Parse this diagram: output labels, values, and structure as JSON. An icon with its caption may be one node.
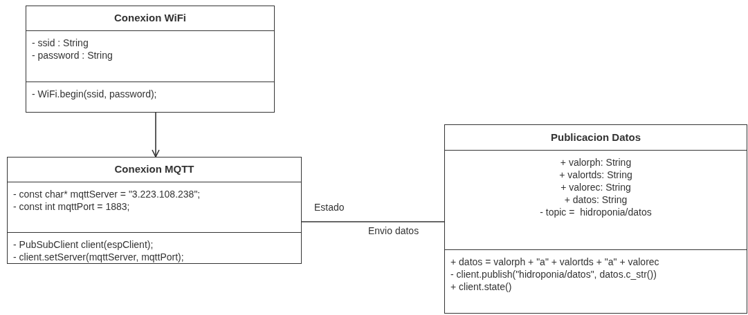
{
  "diagram": {
    "nodes": [
      {
        "text": [
          "Conexion WiFi"
        ]
      },
      {
        "text": [
          "- ssid : String",
          "- password : String"
        ],
        "in": 0
      },
      {
        "text": [
          "- WiFi.begin(ssid, password);"
        ],
        "in": 0
      },
      {
        "text": [
          "Conexion MQTT"
        ]
      },
      {
        "text": [
          "- const char* mqttServer = \"3.223.108.238\";",
          "- const int mqttPort = 1883;"
        ],
        "in": 3
      },
      {
        "text": [
          "- PubSubClient client(espClient);",
          "- client.setServer(mqttServer, mqttPort);"
        ],
        "in": 3
      },
      {
        "text": [
          "Publicacion Datos"
        ]
      },
      {
        "text": [
          "+ valorph: String",
          "+ valortds: String",
          "+ valorec: String",
          "+ datos: String",
          "- topic =  hidroponia/datos"
        ],
        "in": 6
      },
      {
        "text": [
          "+ datos = valorph + \"a\" + valortds + \"a\" + valorec",
          "- client.publish(\"hidroponia/datos\", datos.c_str())",
          "+ client.state()"
        ],
        "in": 6
      }
    ],
    "edges": [
      {
        "from": 0,
        "to": 3,
        "arrow": "to"
      },
      {
        "from": 3,
        "to": 6,
        "arrow": "none",
        "label": "Estado"
      }
    ],
    "labels": [
      "Envio datos"
    ]
  }
}
